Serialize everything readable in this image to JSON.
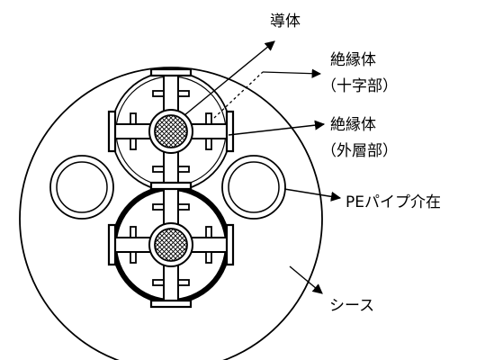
{
  "labels": {
    "conductor": "導体",
    "insulator_cross_line1": "絶縁体",
    "insulator_cross_line2": "（十字部）",
    "insulator_outer_line1": "絶縁体",
    "insulator_outer_line2": "（外層部）",
    "pe_pipe": "PEパイプ介在",
    "sheath": "シース"
  },
  "colors": {
    "ink": "#000000",
    "paper": "#ffffff",
    "hatch": "#555555"
  }
}
